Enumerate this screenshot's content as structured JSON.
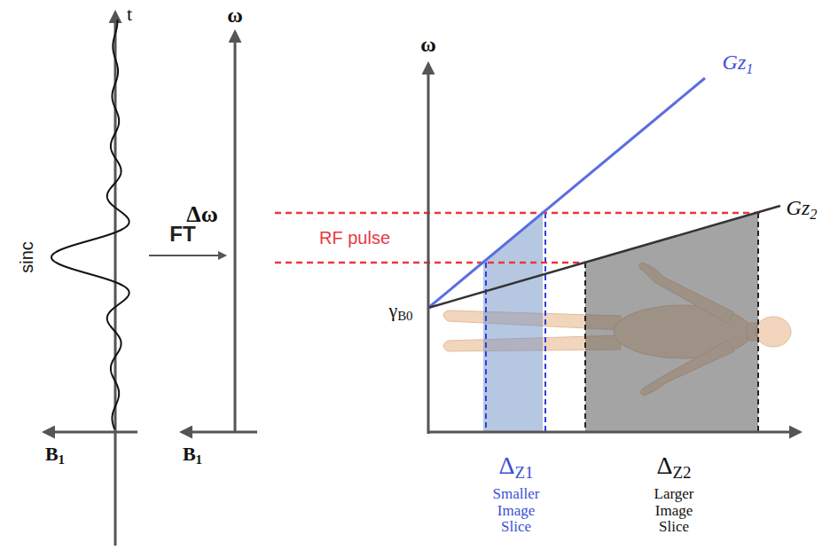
{
  "diagram": {
    "labels": [
      "t",
      "sinc",
      "B1",
      "FT",
      "ω",
      "Δω",
      "B1",
      "ω",
      "Gz1",
      "Gz2",
      "RF pulse",
      "γB0",
      "ΔZ1",
      "Smaller Image Slice",
      "ΔZ2",
      "Larger Image Slice"
    ]
  }
}
